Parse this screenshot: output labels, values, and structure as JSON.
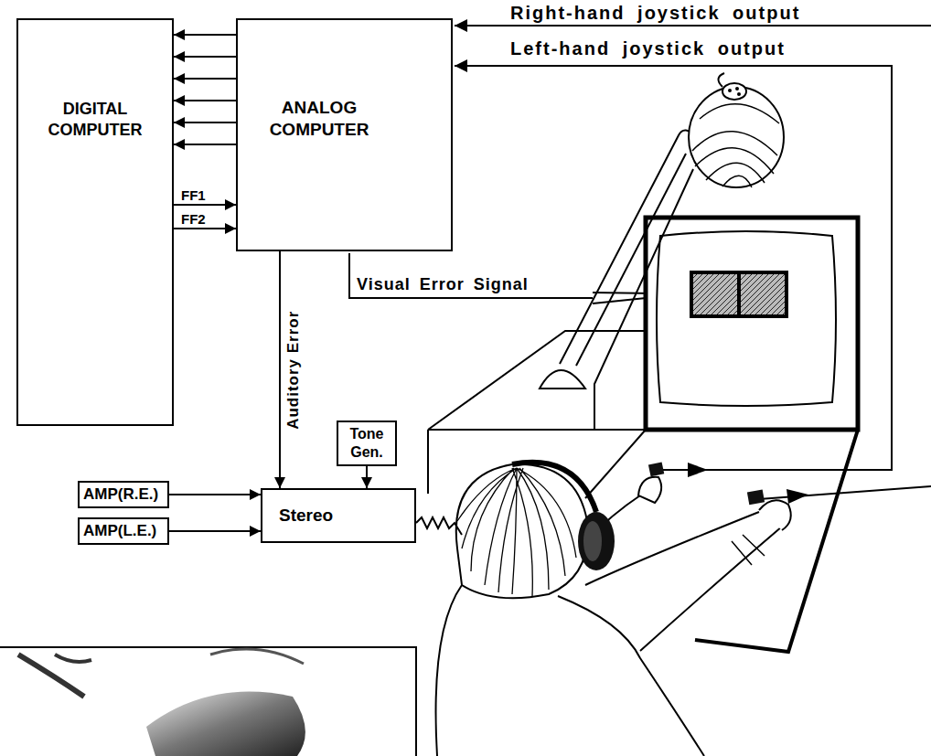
{
  "diagram": {
    "nodes": [
      {
        "text": [
          "DIGITAL COMPUTER"
        ]
      },
      {
        "text": [
          "ANALOG COMPUTER"
        ]
      },
      {
        "text": [
          "Tone Gen."
        ]
      },
      {
        "text": [
          "AMP(R.E.)"
        ]
      },
      {
        "text": [
          "Stereo"
        ]
      },
      {
        "text": [
          "AMP(L.E.)"
        ]
      }
    ],
    "edges": [
      {
        "from": 1,
        "to": 0,
        "arrow": "to"
      },
      {
        "from": 1,
        "to": 0,
        "arrow": "to"
      },
      {
        "from": 1,
        "to": 0,
        "arrow": "to"
      },
      {
        "from": 1,
        "to": 0,
        "arrow": "to"
      },
      {
        "from": 1,
        "to": 0,
        "arrow": "to"
      },
      {
        "from": 1,
        "to": 0,
        "arrow": "to"
      },
      {
        "from": 0,
        "to": 1,
        "label": "FF1",
        "arrow": "to"
      },
      {
        "from": 0,
        "to": 1,
        "label": "FF2",
        "arrow": "to"
      },
      {
        "from": 1,
        "to": 4,
        "label": "Auditory Error",
        "arrow": "to"
      },
      {
        "from": 2,
        "to": 4,
        "arrow": "to"
      },
      {
        "from": 3,
        "to": 4,
        "arrow": "to"
      },
      {
        "from": 5,
        "to": 4,
        "arrow": "to"
      }
    ],
    "labels": [
      "Right-hand joystick output",
      "Left-hand joystick output",
      "Visual Error Signal"
    ]
  }
}
